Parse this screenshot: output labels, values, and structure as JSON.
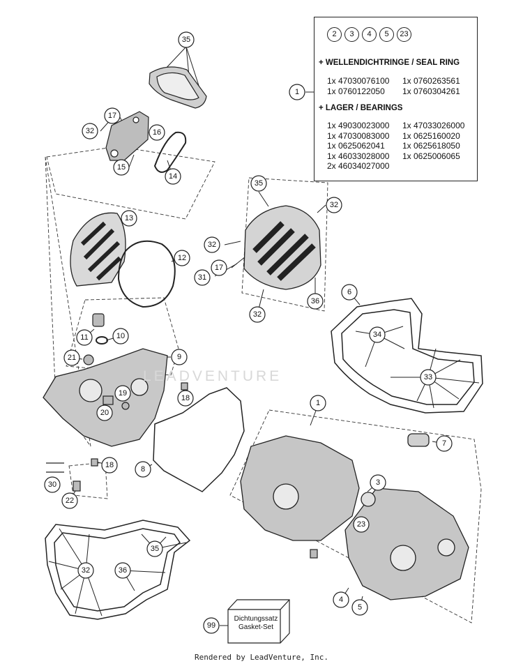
{
  "legend": {
    "ref_parts": [
      "2",
      "3",
      "4",
      "5",
      "23"
    ],
    "seal_heading": "+ WELLENDICHTRINGE / SEAL RING",
    "seal_rows": [
      [
        "1x 47030076100",
        "1x 0760263561"
      ],
      [
        "1x 0760122050",
        "1x 0760304261"
      ]
    ],
    "bearing_heading": "+ LAGER / BEARINGS",
    "bearing_rows": [
      [
        "1x 49030023000",
        "1x 47033026000"
      ],
      [
        "1x 47030083000",
        "1x 0625160020"
      ],
      [
        "1x 0625062041",
        "1x 0625618050"
      ],
      [
        "1x 46033028000",
        "1x 0625006065"
      ],
      [
        "2x 46034027000",
        ""
      ]
    ]
  },
  "callouts": [
    "35",
    "1",
    "17",
    "16",
    "32",
    "15",
    "14",
    "13",
    "12",
    "35",
    "32",
    "32",
    "17",
    "31",
    "32",
    "36",
    "6",
    "34",
    "33",
    "11",
    "10",
    "9",
    "21",
    "19",
    "18",
    "20",
    "18",
    "8",
    "1",
    "7",
    "30",
    "22",
    "3",
    "23",
    "35",
    "32",
    "36",
    "4",
    "5",
    "99"
  ],
  "gasket_set_label": [
    "Dichtungssatz",
    "Gasket-Set"
  ],
  "watermark": "LEADVENTURE",
  "footer": "Rendered by LeadVenture, Inc."
}
